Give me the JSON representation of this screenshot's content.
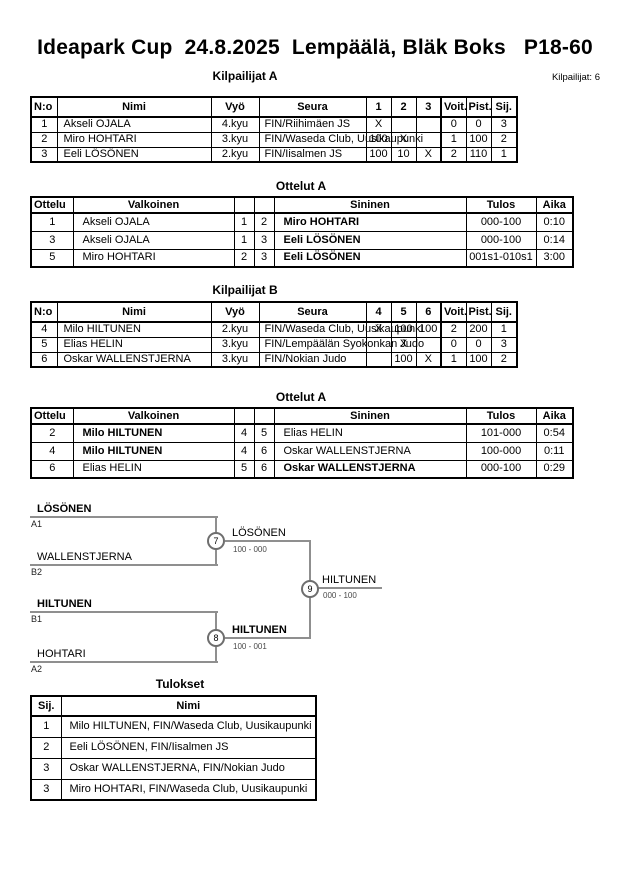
{
  "header": {
    "title": "Ideapark Cup  24.8.2025  Lempäälä, Bläk Boks   P18-60",
    "competitors_label": "Kilpailijat: 6"
  },
  "group_a": {
    "heading": "Kilpailijat A",
    "col_headers": {
      "no": "N:o",
      "nimi": "Nimi",
      "vyo": "Vyö",
      "seura": "Seura",
      "c1": "1",
      "c2": "2",
      "c3": "3",
      "voit": "Voit.",
      "pist": "Pist.",
      "sij": "Sij."
    },
    "rows": [
      {
        "no": "1",
        "nimi": "Akseli OJALA",
        "vyo": "4.kyu",
        "seura": "FIN/Riihimäen JS",
        "s1": "X",
        "s2": "",
        "s3": "",
        "voit": "0",
        "pist": "0",
        "sij": "3"
      },
      {
        "no": "2",
        "nimi": "Miro HOHTARI",
        "vyo": "3.kyu",
        "seura": "FIN/Waseda Club, Uusikaupunki",
        "s1": "100",
        "s2": "X",
        "s3": "",
        "voit": "1",
        "pist": "100",
        "sij": "2"
      },
      {
        "no": "3",
        "nimi": "Eeli LÖSÖNEN",
        "vyo": "2.kyu",
        "seura": "FIN/Iisalmen JS",
        "s1": "100",
        "s2": "10",
        "s3": "X",
        "voit": "2",
        "pist": "110",
        "sij": "1"
      }
    ]
  },
  "matches_a": {
    "heading": "Ottelut A",
    "col_headers": {
      "ottelu": "Ottelu",
      "valkoinen": "Valkoinen",
      "sininen": "Sininen",
      "tulos": "Tulos",
      "aika": "Aika"
    },
    "rows": [
      {
        "no": "1",
        "white": "Akseli OJALA",
        "wn": "1",
        "bn": "2",
        "blue": "Miro HOHTARI",
        "tulos": "000-100",
        "aika": "0:10"
      },
      {
        "no": "3",
        "white": "Akseli OJALA",
        "wn": "1",
        "bn": "3",
        "blue": "Eeli LÖSÖNEN",
        "tulos": "000-100",
        "aika": "0:14"
      },
      {
        "no": "5",
        "white": "Miro HOHTARI",
        "wn": "2",
        "bn": "3",
        "blue": "Eeli LÖSÖNEN",
        "tulos": "001s1-010s1",
        "aika": "3:00"
      }
    ]
  },
  "group_b": {
    "heading": "Kilpailijat B",
    "col_headers": {
      "no": "N:o",
      "nimi": "Nimi",
      "vyo": "Vyö",
      "seura": "Seura",
      "c1": "4",
      "c2": "5",
      "c3": "6",
      "voit": "Voit.",
      "pist": "Pist.",
      "sij": "Sij."
    },
    "rows": [
      {
        "no": "4",
        "nimi": "Milo HILTUNEN",
        "vyo": "2.kyu",
        "seura": "FIN/Waseda Club, Uusikaupunki",
        "s1": "X",
        "s2": "100",
        "s3": "100",
        "voit": "2",
        "pist": "200",
        "sij": "1"
      },
      {
        "no": "5",
        "nimi": "Elias HELIN",
        "vyo": "3.kyu",
        "seura": "FIN/Lempäälän Syokonkan Judo",
        "s1": "",
        "s2": "X",
        "s3": "",
        "voit": "0",
        "pist": "0",
        "sij": "3"
      },
      {
        "no": "6",
        "nimi": "Oskar WALLENSTJERNA",
        "vyo": "3.kyu",
        "seura": "FIN/Nokian Judo",
        "s1": "",
        "s2": "100",
        "s3": "X",
        "voit": "1",
        "pist": "100",
        "sij": "2"
      }
    ]
  },
  "matches_b": {
    "heading": "Ottelut A",
    "col_headers": {
      "ottelu": "Ottelu",
      "valkoinen": "Valkoinen",
      "sininen": "Sininen",
      "tulos": "Tulos",
      "aika": "Aika"
    },
    "rows": [
      {
        "no": "2",
        "white": "Milo HILTUNEN",
        "wn": "4",
        "bn": "5",
        "blue": "Elias HELIN",
        "tulos": "101-000",
        "aika": "0:54"
      },
      {
        "no": "4",
        "white": "Milo HILTUNEN",
        "wn": "4",
        "bn": "6",
        "blue": "Oskar WALLENSTJERNA",
        "tulos": "100-000",
        "aika": "0:11"
      },
      {
        "no": "6",
        "white": "Elias HELIN",
        "wn": "5",
        "bn": "6",
        "blue": "Oskar WALLENSTJERNA",
        "tulos": "000-100",
        "aika": "0:29"
      }
    ]
  },
  "bracket": {
    "semi1": {
      "entry_top": "LÖSÖNEN",
      "seed_top": "A1",
      "entry_bottom": "WALLENSTJERNA",
      "seed_bottom": "B2",
      "match_no": "7",
      "winner": "LÖSÖNEN",
      "score": "100 - 000"
    },
    "semi2": {
      "entry_top": "HILTUNEN",
      "seed_top": "B1",
      "entry_bottom": "HOHTARI",
      "seed_bottom": "A2",
      "match_no": "8",
      "winner": "HILTUNEN",
      "score": "100 - 001"
    },
    "final": {
      "match_no": "9",
      "winner": "HILTUNEN",
      "score": "000 - 100"
    }
  },
  "results": {
    "heading": "Tulokset",
    "col_headers": {
      "sij": "Sij.",
      "nimi": "Nimi"
    },
    "rows": [
      {
        "sij": "1",
        "nimi": "Milo HILTUNEN, FIN/Waseda Club, Uusikaupunki"
      },
      {
        "sij": "2",
        "nimi": "Eeli LÖSÖNEN, FIN/Iisalmen JS"
      },
      {
        "sij": "3",
        "nimi": "Oskar WALLENSTJERNA, FIN/Nokian Judo"
      },
      {
        "sij": "3",
        "nimi": "Miro HOHTARI, FIN/Waseda Club, Uusikaupunki"
      }
    ]
  }
}
